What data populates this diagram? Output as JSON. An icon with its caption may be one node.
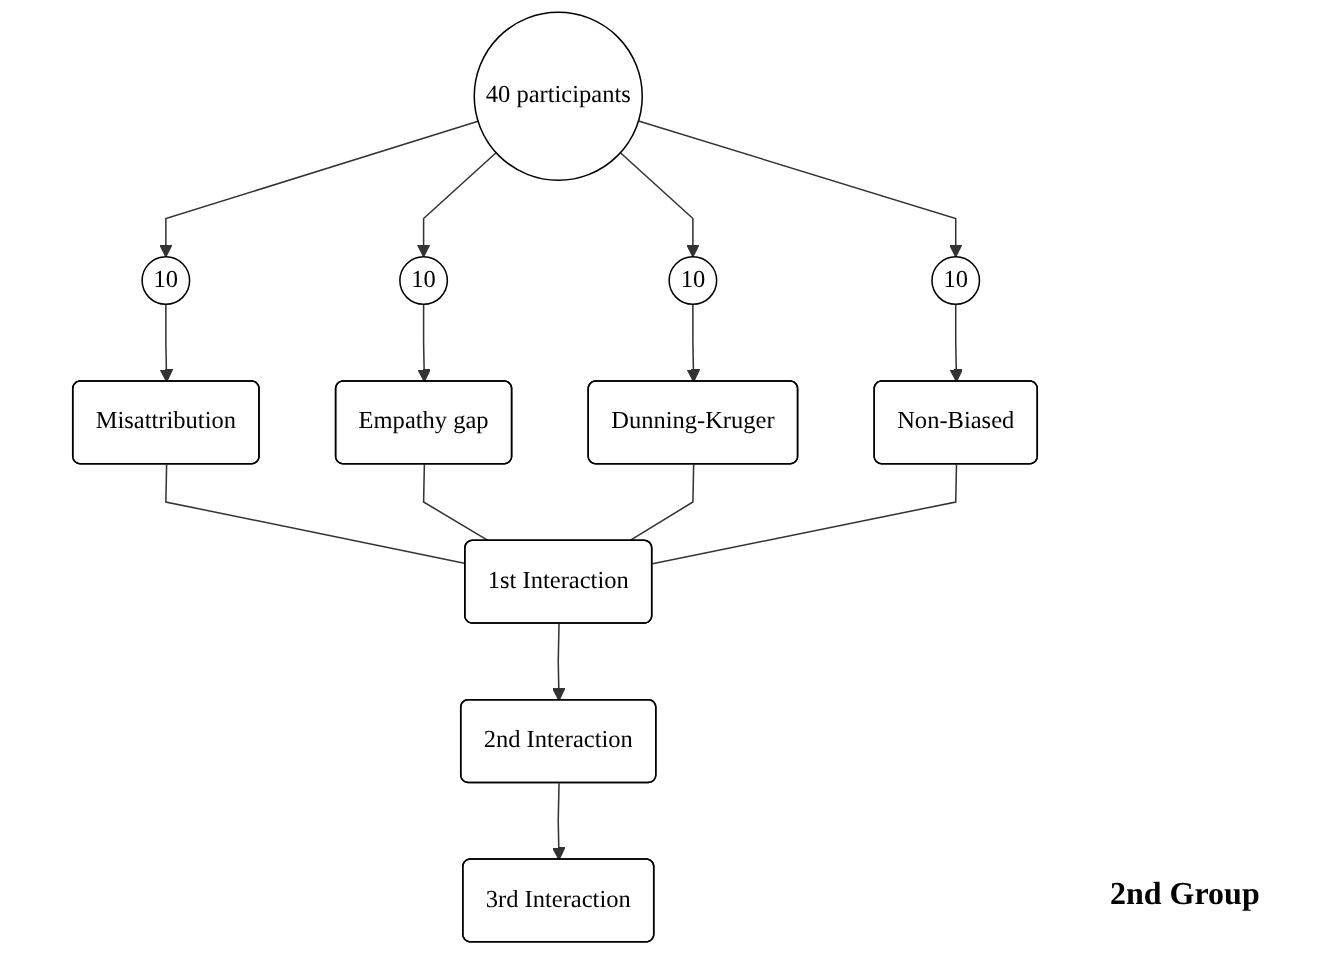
{
  "diagram": {
    "nodes": [
      {
        "text": [
          "40 participants"
        ]
      },
      {
        "text": [
          "10"
        ]
      },
      {
        "text": [
          "10"
        ]
      },
      {
        "text": [
          "10"
        ]
      },
      {
        "text": [
          "10"
        ]
      },
      {
        "text": [
          "Misattribution"
        ]
      },
      {
        "text": [
          "Empathy gap"
        ]
      },
      {
        "text": [
          "Dunning-Kruger"
        ]
      },
      {
        "text": [
          "Non-Biased"
        ]
      },
      {
        "text": [
          "1st Interaction"
        ]
      },
      {
        "text": [
          "2nd Interaction"
        ]
      },
      {
        "text": [
          "3rd Interaction"
        ]
      }
    ],
    "edges": [
      {
        "from": 0,
        "to": 1,
        "arrow": "to"
      },
      {
        "from": 0,
        "to": 2,
        "arrow": "to"
      },
      {
        "from": 0,
        "to": 3,
        "arrow": "to"
      },
      {
        "from": 0,
        "to": 4,
        "arrow": "to"
      },
      {
        "from": 1,
        "to": 5,
        "arrow": "to"
      },
      {
        "from": 2,
        "to": 6,
        "arrow": "to"
      },
      {
        "from": 3,
        "to": 7,
        "arrow": "to"
      },
      {
        "from": 4,
        "to": 8,
        "arrow": "to"
      },
      {
        "from": 5,
        "to": 9,
        "arrow": "none"
      },
      {
        "from": 6,
        "to": 9,
        "arrow": "none"
      },
      {
        "from": 7,
        "to": 9,
        "arrow": "none"
      },
      {
        "from": 8,
        "to": 9,
        "arrow": "none"
      },
      {
        "from": 9,
        "to": 10,
        "arrow": "to"
      },
      {
        "from": 10,
        "to": 11,
        "arrow": "to"
      }
    ],
    "labels": [
      "2nd Group"
    ]
  }
}
